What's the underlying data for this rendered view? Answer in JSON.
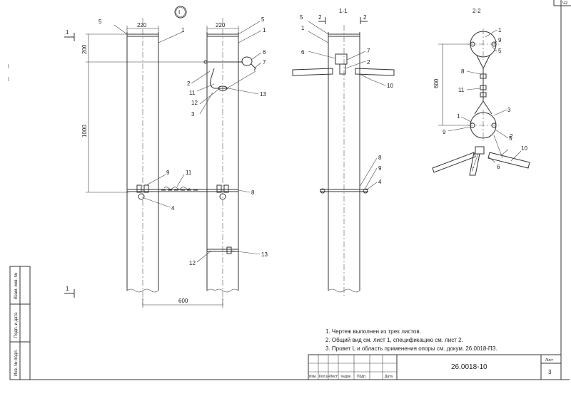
{
  "detail_marker": "I",
  "dimensions": {
    "pole_diameter_left": "220",
    "pole_diameter_right": "220",
    "offset_200": "200",
    "offset_1000": "1000",
    "spacing_600": "600",
    "section_offset_600": "600"
  },
  "sections": {
    "cut_mark": "1",
    "section_1_title": "1-1",
    "section_2_title": "2-2",
    "section_mark_2": "2"
  },
  "part_labels": {
    "l1": "1",
    "l2": "2",
    "l3": "3",
    "l4": "4",
    "l5": "5",
    "l6": "6",
    "l7": "7",
    "l8": "8",
    "l9": "9",
    "l10": "10",
    "l11": "11",
    "l12": "12",
    "l13": "13"
  },
  "notes": [
    "1. Чертеж выполнен из трех листов.",
    "2. Общий вид см. лист 1, спецификацию см. лист 2.",
    "3. Провет L и область применения опоры см. докум. 26.0018-ПЗ."
  ],
  "title_block": {
    "doc_code": "26.0018-10",
    "sheet_label": "Лист",
    "sheet_number": "3",
    "columns": [
      "Изм.",
      "Кол.уч.",
      "Лист",
      "№док.",
      "Подп.",
      "Дата"
    ]
  },
  "side_stamp": [
    "Инв. № подл.",
    "Подп. и дата",
    "Взам. инв. №"
  ],
  "corner_text": "Ч2"
}
